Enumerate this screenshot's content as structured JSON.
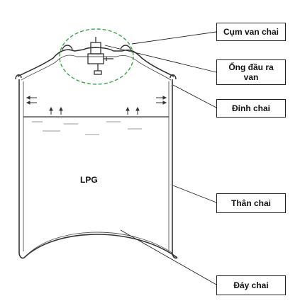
{
  "diagram": {
    "content_label": "LPG",
    "labels": {
      "valve_assembly": "Cụm van chai",
      "valve_outlet_line1": "Ống đầu ra",
      "valve_outlet_line2": "van",
      "top_head": "Đỉnh chai",
      "body": "Thân chai",
      "bottom": "Đáy chai"
    }
  }
}
